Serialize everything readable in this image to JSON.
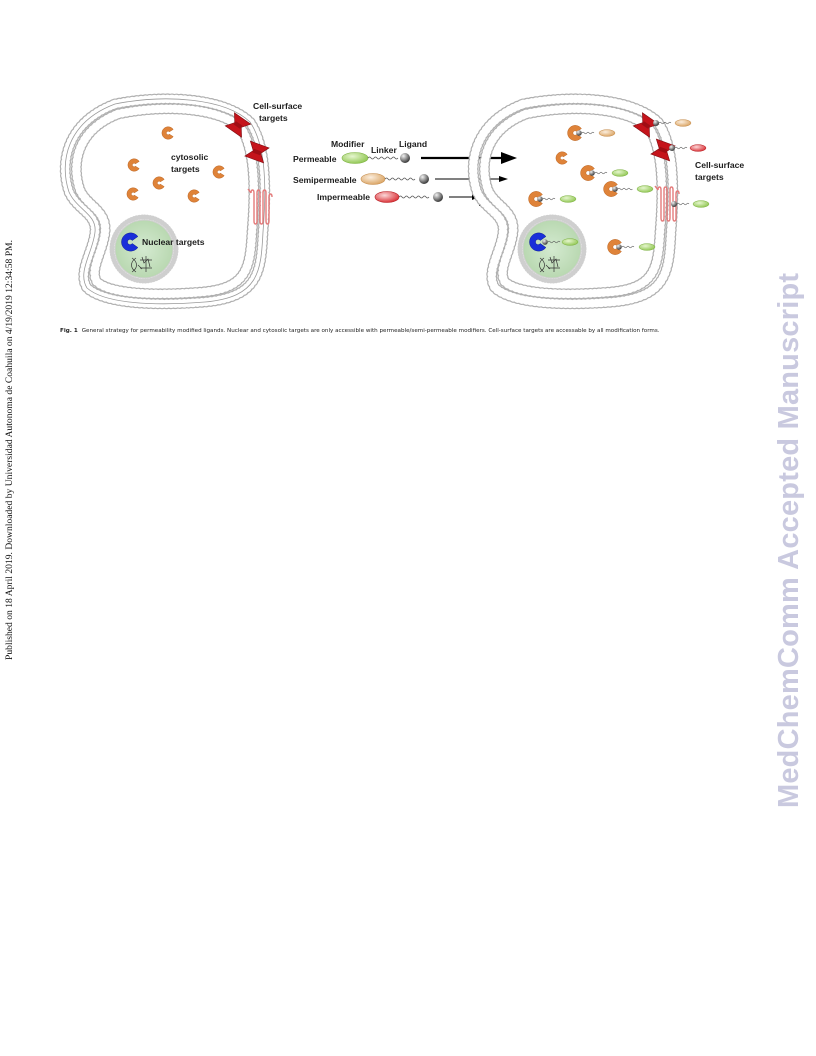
{
  "side_note": "Published on 18 April 2019. Downloaded by Universidad Autonoma de Coahuila on 4/19/2019 12:34:58 PM.",
  "watermark": "MedChemComm Accepted Manuscript",
  "figure": {
    "left_cell": {
      "cell_surface_line1": "Cell-surface",
      "cell_surface_line2": "targets",
      "cytosolic_line1": "cytosolic",
      "cytosolic_line2": "targets",
      "nuclear": "Nuclear targets"
    },
    "legend": {
      "modifier": "Modifier",
      "linker": "Linker",
      "ligand": "Ligand",
      "permeable": "Permeable",
      "semipermeable": "Semipermeable",
      "impermeable": "Impermeable"
    },
    "right_cell": {
      "cell_surface_line1": "Cell-surface",
      "cell_surface_line2": "targets"
    },
    "colors": {
      "membrane_bead": "#e9e9e9",
      "cytosolic_target": "#df8339",
      "nuclear_target": "#1a2fd9",
      "receptor": "#c5141b",
      "gpcr": "#e47a7a",
      "permeable_modifier": "#a7d86a",
      "semipermeable_modifier": "#e9c08b",
      "impermeable_modifier": "#e8464b",
      "nucleus_fill": "#cfe6c9"
    }
  },
  "caption": {
    "label": "Fig. 1",
    "text": "General strategy for permeability modified ligands.  Nuclear and cytosolic targets are only accessible with permeable/semi-permeable modifiers.  Cell-surface targets are accessable by all modification forms."
  }
}
